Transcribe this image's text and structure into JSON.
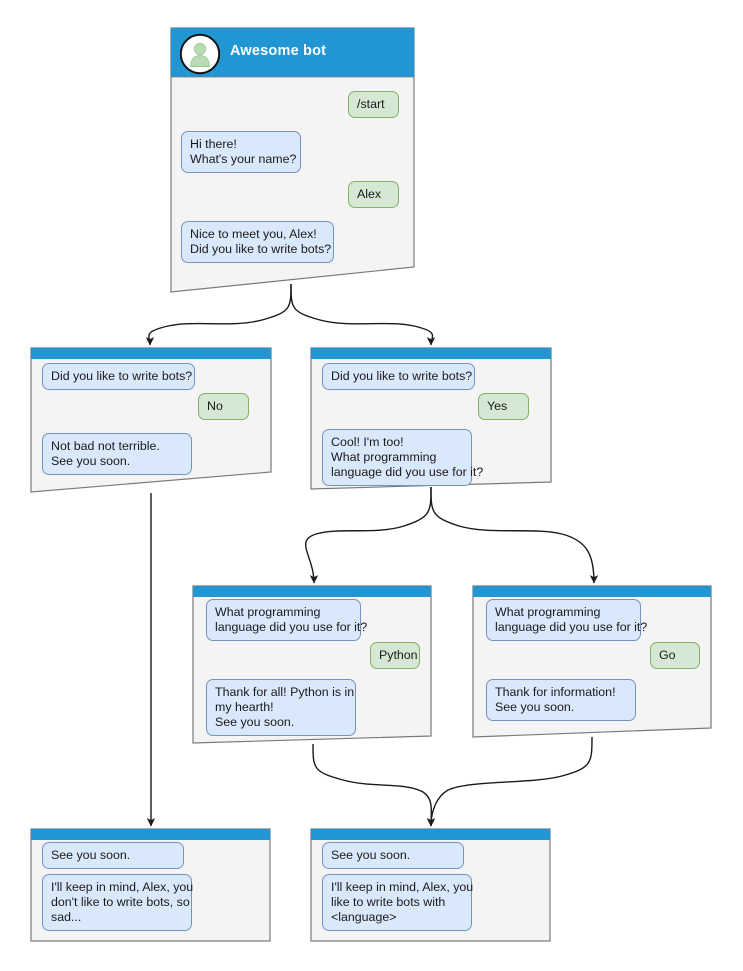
{
  "diagram": {
    "title": "Awesome bot chat flow",
    "type": "bot-conversation-flowchart",
    "colors": {
      "header_blue": "#2196d3",
      "card_body": "#f4f4f4",
      "card_border": "#7a7a7a",
      "bot_bubble_fill": "#dae8fc",
      "bot_bubble_border": "#7494c0",
      "user_bubble_fill": "#d5e8d4",
      "user_bubble_border": "#84b366",
      "edge": "#1a1a1a",
      "avatar_person": "#b9dbb3"
    }
  },
  "cards": [
    {
      "id": "start",
      "header": {
        "title": "Awesome bot",
        "avatar_icon": "person-avatar-icon"
      },
      "messages": [
        {
          "from": "user",
          "text": "/start"
        },
        {
          "from": "bot",
          "text": "Hi there!\nWhat's your name?"
        },
        {
          "from": "user",
          "text": "Alex"
        },
        {
          "from": "bot",
          "text": "Nice to meet you, Alex!\nDid you like to write bots?"
        }
      ]
    },
    {
      "id": "answer-no",
      "header": {
        "title": "",
        "avatar_icon": ""
      },
      "messages": [
        {
          "from": "bot",
          "text": "Did you like to write bots?"
        },
        {
          "from": "user",
          "text": "No"
        },
        {
          "from": "bot",
          "text": "Not bad not terrible.\nSee you soon."
        }
      ]
    },
    {
      "id": "answer-yes",
      "header": {
        "title": "",
        "avatar_icon": ""
      },
      "messages": [
        {
          "from": "bot",
          "text": "Did you like to write bots?"
        },
        {
          "from": "user",
          "text": "Yes"
        },
        {
          "from": "bot",
          "text": "Cool! I'm too!\nWhat programming\nlanguage did you use for it?"
        }
      ]
    },
    {
      "id": "lang-python",
      "header": {
        "title": "",
        "avatar_icon": ""
      },
      "messages": [
        {
          "from": "bot",
          "text": "What programming\nlanguage did you use for it?"
        },
        {
          "from": "user",
          "text": "Python"
        },
        {
          "from": "bot",
          "text": "Thank for all! Python is in\nmy hearth!\nSee you soon."
        }
      ]
    },
    {
      "id": "lang-go",
      "header": {
        "title": "",
        "avatar_icon": ""
      },
      "messages": [
        {
          "from": "bot",
          "text": "What programming\nlanguage did you use for it?"
        },
        {
          "from": "user",
          "text": "Go"
        },
        {
          "from": "bot",
          "text": "Thank for information!\nSee you soon."
        }
      ]
    },
    {
      "id": "end-sad",
      "header": {
        "title": "",
        "avatar_icon": ""
      },
      "messages": [
        {
          "from": "bot",
          "text": "See you soon."
        },
        {
          "from": "bot",
          "text": "I'll keep in mind, Alex, you\ndon't like to write bots, so\nsad..."
        }
      ]
    },
    {
      "id": "end-happy",
      "header": {
        "title": "",
        "avatar_icon": ""
      },
      "messages": [
        {
          "from": "bot",
          "text": "See you soon."
        },
        {
          "from": "bot",
          "text": "I'll keep in mind, Alex, you\nlike to write bots with\n<language>"
        }
      ]
    }
  ]
}
